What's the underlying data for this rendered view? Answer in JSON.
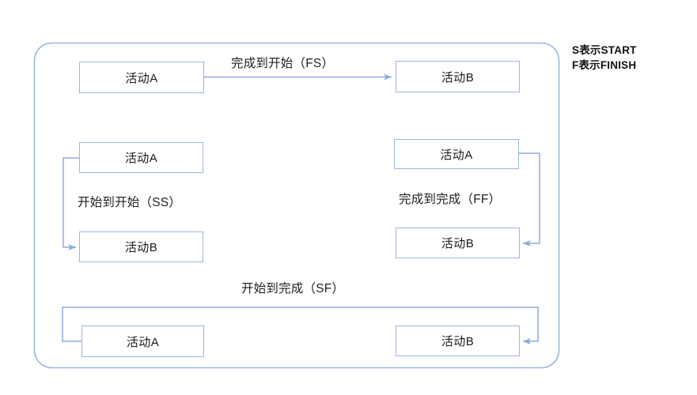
{
  "diagram": {
    "title_legend": {
      "line1": "S表示START",
      "line2": "F表示FINISH"
    },
    "colors": {
      "box_border": "#9eb6dd",
      "connector": "#8fabd8",
      "container_border": "#9eb6dd",
      "text": "#1a1a1a"
    },
    "container": {
      "name": "dependency-types-container"
    },
    "relations": [
      {
        "id": "fs",
        "label": "完成到开始（FS）",
        "from_box": "活动A",
        "to_box": "活动B",
        "from_point": "finish",
        "to_point": "start"
      },
      {
        "id": "ss",
        "label": "开始到开始（SS）",
        "from_box": "活动A",
        "to_box": "活动B",
        "from_point": "start",
        "to_point": "start"
      },
      {
        "id": "ff",
        "label": "完成到完成（FF）",
        "from_box": "活动A",
        "to_box": "活动B",
        "from_point": "finish",
        "to_point": "finish"
      },
      {
        "id": "sf",
        "label": "开始到完成（SF）",
        "from_box": "活动A",
        "to_box": "活动B",
        "from_point": "start",
        "to_point": "finish"
      }
    ],
    "boxes": {
      "fs_a": "活动A",
      "fs_b": "活动B",
      "ss_a": "活动A",
      "ss_b": "活动B",
      "ff_a": "活动A",
      "ff_b": "活动B",
      "sf_a": "活动A",
      "sf_b": "活动B"
    }
  }
}
